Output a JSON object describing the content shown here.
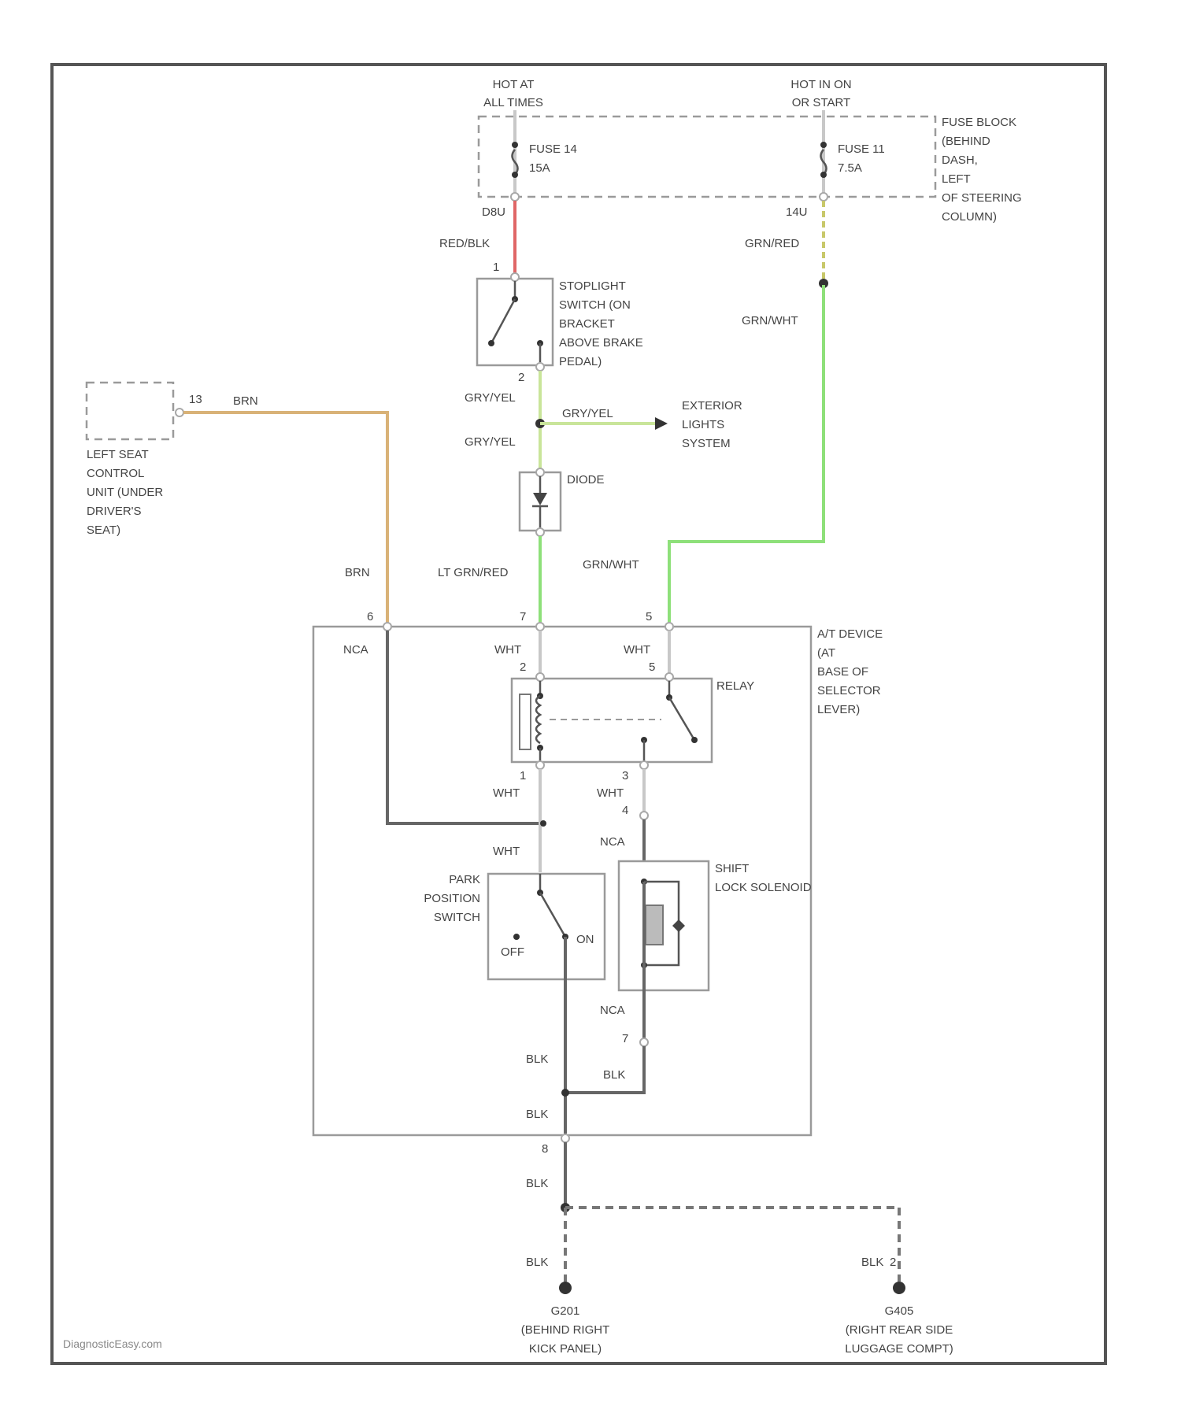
{
  "power": {
    "hot_at_all_times": [
      "HOT AT",
      "ALL TIMES"
    ],
    "hot_run_start": [
      "HOT IN ON",
      "OR START"
    ]
  },
  "fuse_block": {
    "label": [
      "FUSE BLOCK",
      "(BEHIND",
      "DASH,",
      "LEFT",
      "OF STEERING",
      "COLUMN)"
    ],
    "fuse14": [
      "FUSE 14",
      "15A"
    ],
    "fuse11": [
      "FUSE 11",
      "7.5A"
    ],
    "pin_left": "D8U",
    "pin_right": "14U"
  },
  "wires": {
    "red_blk": "RED/BLK",
    "grn_red_top": "GRN/RED",
    "grn_wht_right": "GRN/WHT",
    "gry_yel_1": "GRY/YEL",
    "gry_yel_branch": "GRY/YEL",
    "gry_yel_2": "GRY/YEL",
    "brn_seat": "BRN",
    "brn_down": "BRN",
    "lt_grn_red": "LT GRN/RED",
    "grn_wht_low": "GRN/WHT",
    "nca_left": "NCA",
    "wht_a": "WHT",
    "wht_b": "WHT",
    "wht_c": "WHT",
    "wht_d": "WHT",
    "wht_e": "WHT",
    "nca_sol_top": "NCA",
    "nca_sol_bot": "NCA",
    "blk_a": "BLK",
    "blk_b": "BLK",
    "blk_c": "BLK",
    "blk_d": "BLK",
    "blk_e": "BLK",
    "blk_f": "BLK"
  },
  "components": {
    "stoplight_switch": [
      "STOPLIGHT",
      "SWITCH (ON",
      "BRACKET",
      "ABOVE BRAKE",
      "PEDAL)"
    ],
    "exterior_lights": [
      "EXTERIOR",
      "LIGHTS",
      "SYSTEM"
    ],
    "diode": "DIODE",
    "seat_unit": [
      "LEFT SEAT",
      "CONTROL",
      "UNIT (UNDER",
      "DRIVER'S",
      "SEAT)"
    ],
    "at_device": [
      "A/T DEVICE",
      "(AT",
      "BASE OF",
      "SELECTOR",
      "LEVER)"
    ],
    "relay": "RELAY",
    "shift_lock": [
      "SHIFT",
      "LOCK SOLENOID"
    ],
    "park_switch": [
      "PARK",
      "POSITION",
      "SWITCH"
    ],
    "off": "OFF",
    "on": "ON",
    "g201": [
      "G201",
      "(BEHIND RIGHT",
      "KICK PANEL)"
    ],
    "g405": [
      "G405",
      "(RIGHT REAR SIDE",
      "LUGGAGE COMPT)"
    ]
  },
  "pins": {
    "stop_in": "1",
    "stop_out": "2",
    "seat_pin": "13",
    "dev_6": "6",
    "dev_7": "7",
    "dev_5": "5",
    "relay_tl": "2",
    "relay_tr": "5",
    "relay_bl": "1",
    "relay_br": "3",
    "sol_top": "4",
    "sol_bot": "7",
    "dev_bottom": "8",
    "g405_pin": "2"
  },
  "watermark": "DiagnosticEasy.com"
}
